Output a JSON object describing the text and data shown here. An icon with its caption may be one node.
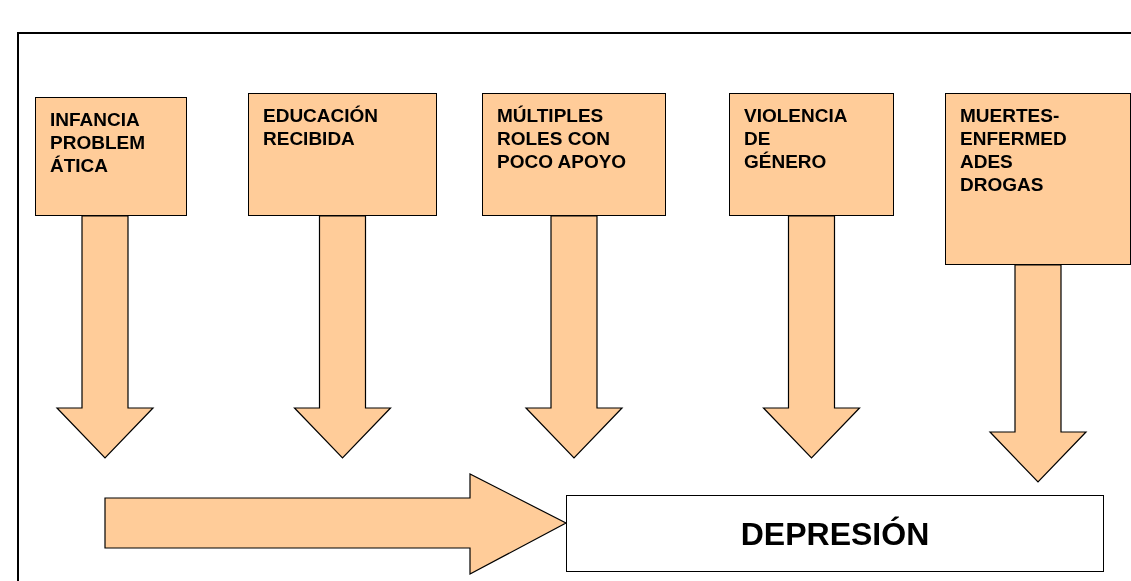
{
  "diagram": {
    "nodes": [
      {
        "text": [
          "INFANCIA PROBLEMÁTICA"
        ]
      },
      {
        "text": [
          "EDUCACIÓN RECIBIDA"
        ]
      },
      {
        "text": [
          "MÚLTIPLES ROLES CON POCO APOYO"
        ]
      },
      {
        "text": [
          "VIOLENCIA DE GÉNERO"
        ]
      },
      {
        "text": [
          "MUERTES-ENFERMEDADES DROGAS"
        ]
      },
      {
        "text": [
          "DEPRESIÓN"
        ]
      }
    ],
    "edges": [
      {
        "from": 0,
        "to": null,
        "arrow": "to"
      },
      {
        "from": 1,
        "to": null,
        "arrow": "to"
      },
      {
        "from": 2,
        "to": null,
        "arrow": "to"
      },
      {
        "from": 3,
        "to": null,
        "arrow": "to"
      },
      {
        "from": 4,
        "to": null,
        "arrow": "to"
      },
      {
        "from": null,
        "to": 5,
        "arrow": "to"
      }
    ]
  }
}
